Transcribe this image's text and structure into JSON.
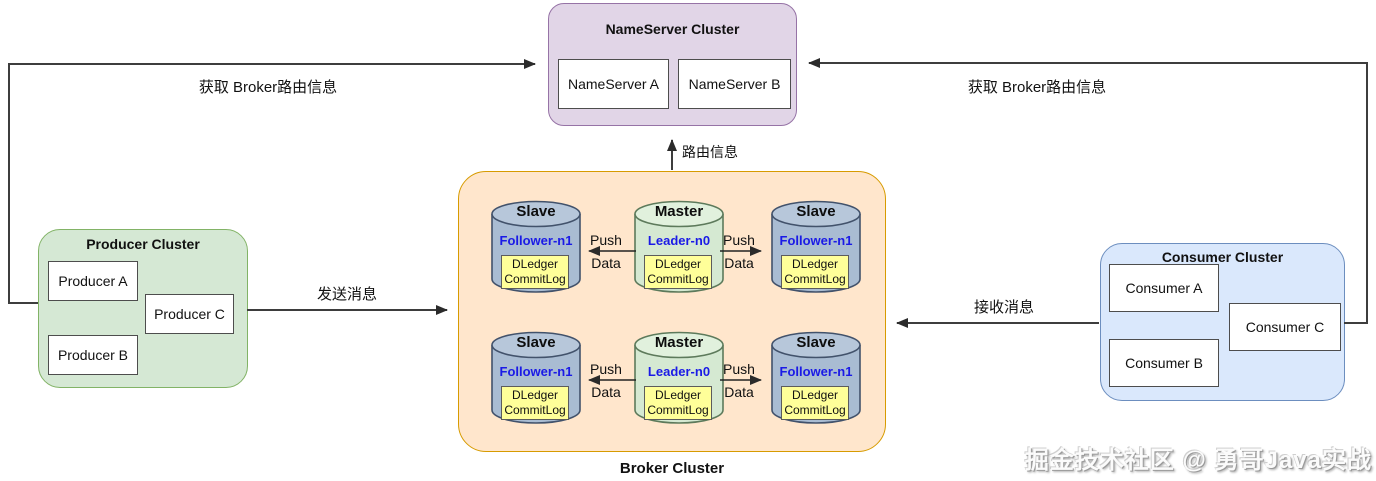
{
  "nameserver_cluster": {
    "title": "NameServer Cluster",
    "node_a": "NameServer A",
    "node_b": "NameServer B"
  },
  "producer_cluster": {
    "title": "Producer Cluster",
    "node_a": "Producer A",
    "node_c": "Producer C",
    "node_b": "Producer B"
  },
  "consumer_cluster": {
    "title": "Consumer Cluster",
    "node_a": "Consumer A",
    "node_c": "Consumer C",
    "node_b": "Consumer B"
  },
  "broker_cluster": {
    "label": "Broker Cluster",
    "rows": [
      {
        "slave_left": {
          "role": "Slave",
          "node": "Follower-n1",
          "log": "DLedger CommitLog"
        },
        "master": {
          "role": "Master",
          "node": "Leader-n0",
          "log": "DLedger CommitLog"
        },
        "slave_right": {
          "role": "Slave",
          "node": "Follower-n1",
          "log": "DLedger CommitLog"
        },
        "push_left": {
          "line1": "Push",
          "line2": "Data"
        },
        "push_right": {
          "line1": "Push",
          "line2": "Data"
        }
      },
      {
        "slave_left": {
          "role": "Slave",
          "node": "Follower-n1",
          "log": "DLedger CommitLog"
        },
        "master": {
          "role": "Master",
          "node": "Leader-n0",
          "log": "DLedger CommitLog"
        },
        "slave_right": {
          "role": "Slave",
          "node": "Follower-n1",
          "log": "DLedger CommitLog"
        },
        "push_left": {
          "line1": "Push",
          "line2": "Data"
        },
        "push_right": {
          "line1": "Push",
          "line2": "Data"
        }
      }
    ]
  },
  "edges": {
    "producer_to_nameserver": "获取 Broker路由信息",
    "consumer_to_nameserver": "获取 Broker路由信息",
    "broker_to_nameserver": "路由信息",
    "producer_to_broker": "发送消息",
    "broker_to_consumer": "接收消息"
  },
  "watermark": "掘金技术社区 @ 勇哥Java实战",
  "colors": {
    "nameserver_fill": "#e1d5e7",
    "nameserver_stroke": "#9673a6",
    "producer_fill": "#d5e8d4",
    "producer_stroke": "#82b366",
    "broker_fill": "#ffe6cc",
    "broker_stroke": "#d79b00",
    "consumer_fill": "#dae8fc",
    "consumer_stroke": "#6c8ebf",
    "slave_cylinder_fill": "#a9bcd2",
    "master_cylinder_fill": "#d5e9d2",
    "dledger_fill": "#ffff99",
    "node_label_text": "#1a1ae6",
    "edge_stroke": "#3d3d3d"
  }
}
